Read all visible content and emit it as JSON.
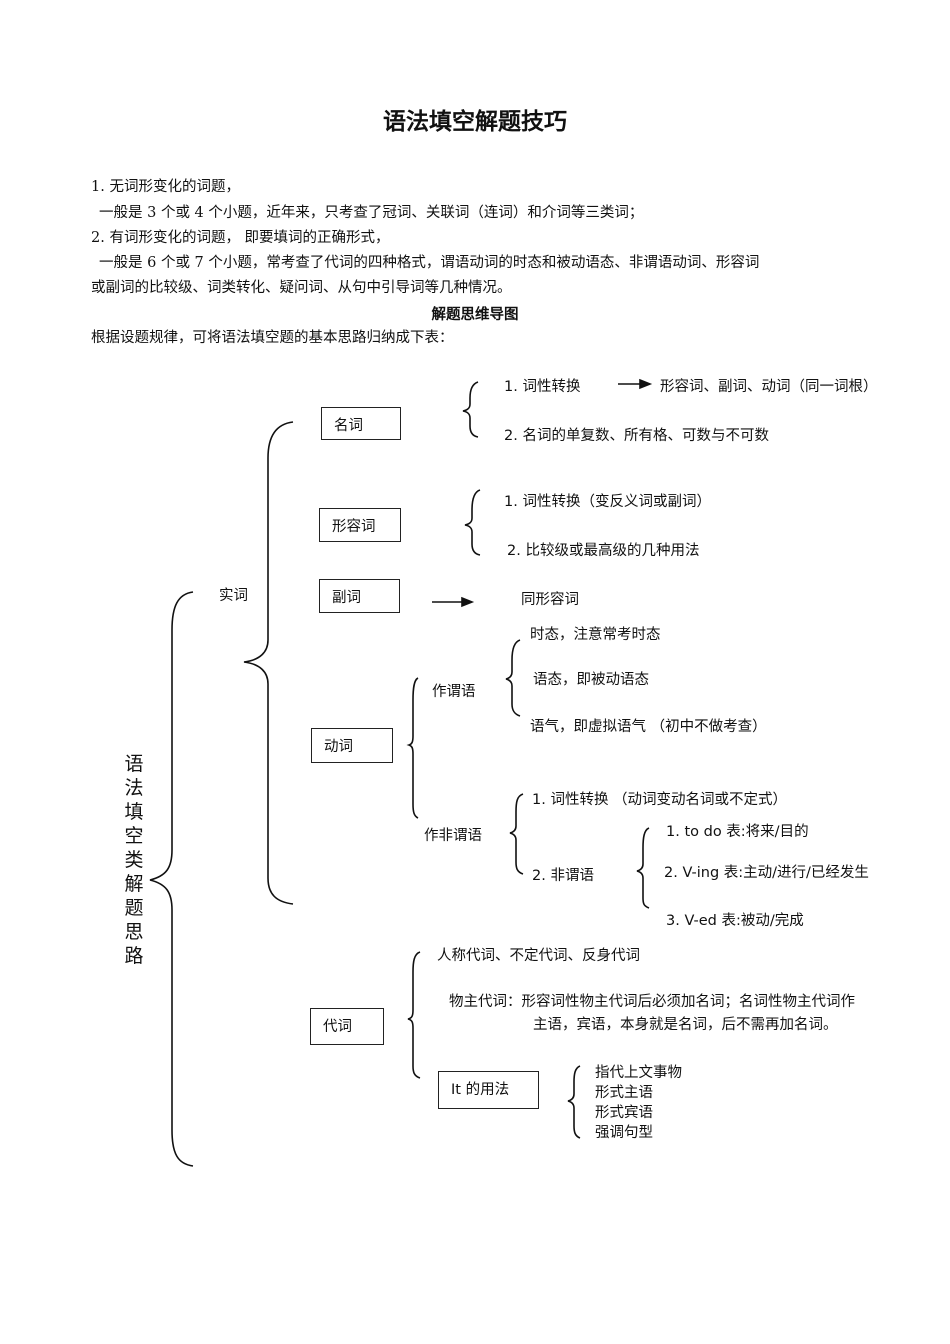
{
  "title": "语法填空解题技巧",
  "intro": {
    "line1": "1.  无词形变化的词题，",
    "line2": "一般是 3 个或 4 个小题，近年来，只考查了冠词、关联词（连词）和介词等三类词；",
    "line3": "2.  有词形变化的词题，   即要填词的正确形式，",
    "line4": "一般是 6 个或 7 个小题，常考查了代词的四种格式，谓语动词的时态和被动语态、非谓语动词、形容词",
    "line5": "或副词的比较级、词类转化、疑问词、从句中引导词等几种情况。"
  },
  "subtitle": "解题思维导图",
  "lead": "根据设题规律，可将语法填空题的基本思路归纳成下表：",
  "mindmap": {
    "root": "语法填空类解题思路",
    "shici": "实词",
    "noun": {
      "box": "名词",
      "item1": "1.  词性转换",
      "item1_target": "形容词、副词、动词（同一词根）",
      "item2": "2.  名词的单复数、所有格、可数与不可数"
    },
    "adj": {
      "box": "形容词",
      "item1": "1.  词性转换（变反义词或副词）",
      "item2": "2.  比较级或最高级的几种用法"
    },
    "adv": {
      "box": "副词",
      "target": "同形容词"
    },
    "verb": {
      "box": "动词",
      "predicate": "作谓语",
      "pred_items": [
        "时态，注意常考时态",
        "语态，即被动语态",
        "语气，即虚拟语气   （初中不做考查）"
      ],
      "nonpredicate": "作非谓语",
      "np_item1": "1.  词性转换   （动词变动名词或不定式）",
      "np_item2": "2.  非谓语",
      "np_forms": [
        "1.  to  do  表:将来/目的",
        "2.  V-ing  表:主动/进行/已经发生",
        "3.  V-ed    表:被动/完成"
      ]
    },
    "pronoun": {
      "box": "代词",
      "item1": "人称代词、不定代词、反身代词",
      "item2_a": "物主代词：形容词性物主代词后必须加名词；名词性物主代词作",
      "item2_b": "主语，宾语，本身就是名词，后不需再加名词。",
      "it_box": "It 的用法",
      "it_items": [
        "指代上文事物",
        "形式主语",
        "形式宾语",
        "强调句型"
      ]
    }
  }
}
